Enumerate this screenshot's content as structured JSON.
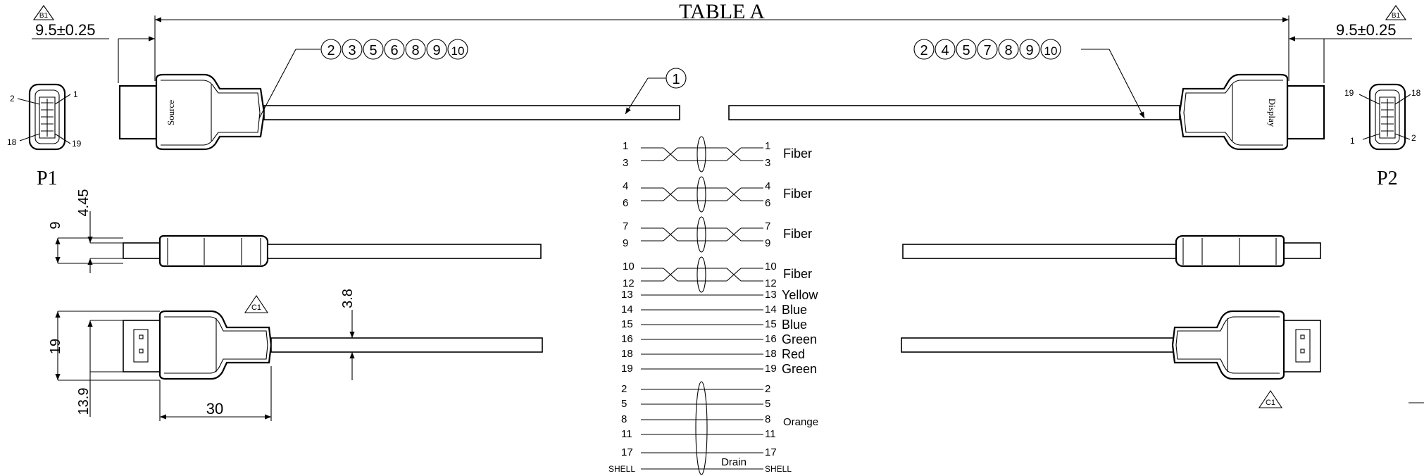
{
  "title": "TABLE A",
  "dimensions": {
    "end_offset_left": "9.5±0.25",
    "end_offset_right": "9.5±0.25",
    "plug_offset": "4.45",
    "plug_thickness": "9",
    "overmold_height": "19",
    "plug_width": "13.9",
    "cable_diameter": "3.8",
    "overmold_length": "30"
  },
  "revision_marks": {
    "b1": "B1",
    "c1": "C1"
  },
  "callouts": {
    "left_numbers": [
      "2",
      "3",
      "5",
      "6",
      "8",
      "9",
      "10"
    ],
    "right_numbers": [
      "2",
      "4",
      "5",
      "7",
      "8",
      "9",
      "10"
    ],
    "cable": "1"
  },
  "connectors": {
    "p1": {
      "label": "P1",
      "body_text": "Source",
      "pin_labels": [
        "2",
        "1",
        "18",
        "19"
      ]
    },
    "p2": {
      "label": "P2",
      "body_text": "Display",
      "pin_labels": [
        "19",
        "18",
        "1",
        "2"
      ]
    }
  },
  "wiring": {
    "pairs": [
      {
        "pins": [
          "1",
          "3"
        ],
        "label": "Fiber"
      },
      {
        "pins": [
          "4",
          "6"
        ],
        "label": "Fiber"
      },
      {
        "pins": [
          "7",
          "9"
        ],
        "label": "Fiber"
      },
      {
        "pins": [
          "10",
          "12"
        ],
        "label": "Fiber"
      }
    ],
    "singles": [
      {
        "pin": "13",
        "color": "Yellow"
      },
      {
        "pin": "14",
        "color": "Blue"
      },
      {
        "pin": "15",
        "color": "Blue"
      },
      {
        "pin": "16",
        "color": "Green"
      },
      {
        "pin": "18",
        "color": "Red"
      },
      {
        "pin": "19",
        "color": "Green"
      }
    ],
    "group": {
      "pins": [
        "2",
        "5",
        "8",
        "11",
        "17",
        "SHELL"
      ],
      "label": "Orange",
      "drain": "Drain"
    }
  }
}
